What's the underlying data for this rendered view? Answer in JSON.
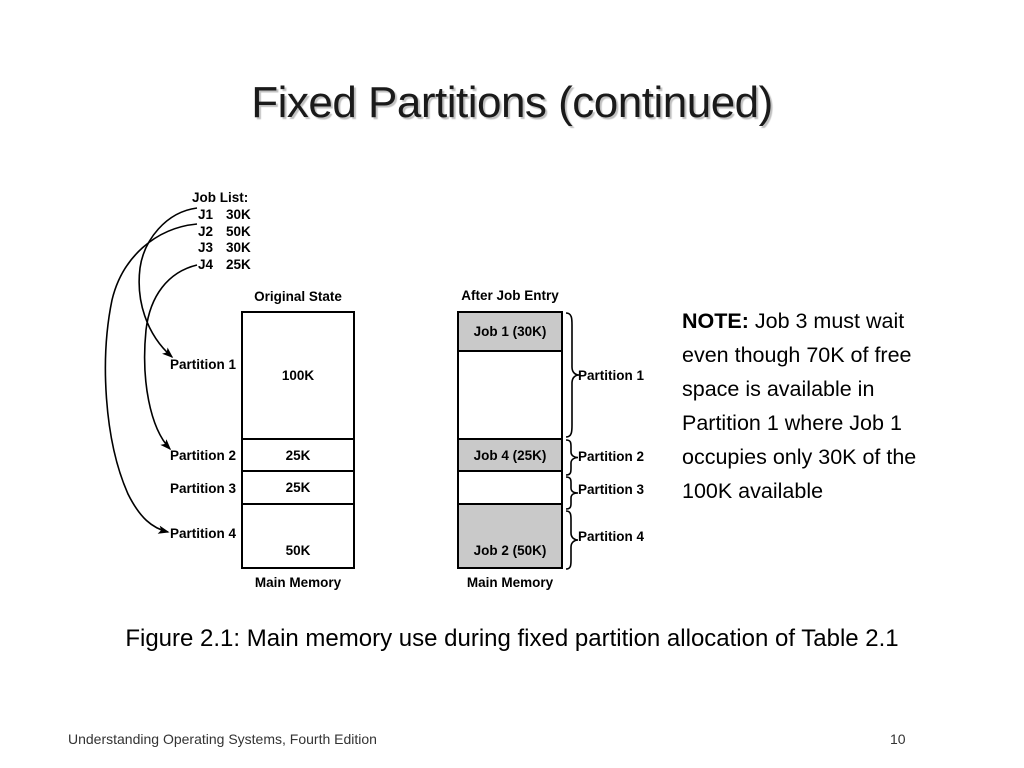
{
  "slide": {
    "title": "Fixed Partitions (continued)",
    "footer_text": "Understanding Operating Systems, Fourth Edition",
    "page_number": "10",
    "background_color": "#ffffff"
  },
  "figure": {
    "caption": "Figure 2.1: Main memory use during fixed partition allocation of Table 2.1",
    "job_list": {
      "heading": "Job List:",
      "jobs": [
        {
          "id": "J1",
          "size": "30K"
        },
        {
          "id": "J2",
          "size": "50K"
        },
        {
          "id": "J3",
          "size": "30K"
        },
        {
          "id": "J4",
          "size": "25K"
        }
      ]
    },
    "original_state": {
      "header": "Original State",
      "footer": "Main Memory",
      "partition_labels": [
        "Partition 1",
        "Partition 2",
        "Partition 3",
        "Partition 4"
      ],
      "segments": [
        {
          "label": "100K"
        },
        {
          "label": "25K"
        },
        {
          "label": "25K"
        },
        {
          "label": "50K"
        }
      ]
    },
    "after_job_entry": {
      "header": "After Job Entry",
      "footer": "Main Memory",
      "partition_labels": [
        "Partition 1",
        "Partition 2",
        "Partition 3",
        "Partition 4"
      ],
      "segments": [
        {
          "label": "Job 1 (30K)",
          "occupied": true
        },
        {
          "label": "",
          "occupied": false
        },
        {
          "label": "Job 4 (25K)",
          "occupied": true
        },
        {
          "label": "",
          "occupied": false
        },
        {
          "label": "Job 2 (50K)",
          "occupied": true
        }
      ],
      "occupied_fill_color": "#c9c9c9"
    },
    "allocation_arrows": [
      {
        "from": "J1",
        "to": "Partition 1"
      },
      {
        "from": "J2",
        "to": "Partition 4"
      },
      {
        "from": "J4",
        "to": "Partition 2"
      }
    ]
  },
  "note": {
    "lead": "NOTE:",
    "body": " Job 3 must wait even though 70K of free space is available in Partition 1 where Job 1 occupies only 30K of the 100K available"
  }
}
